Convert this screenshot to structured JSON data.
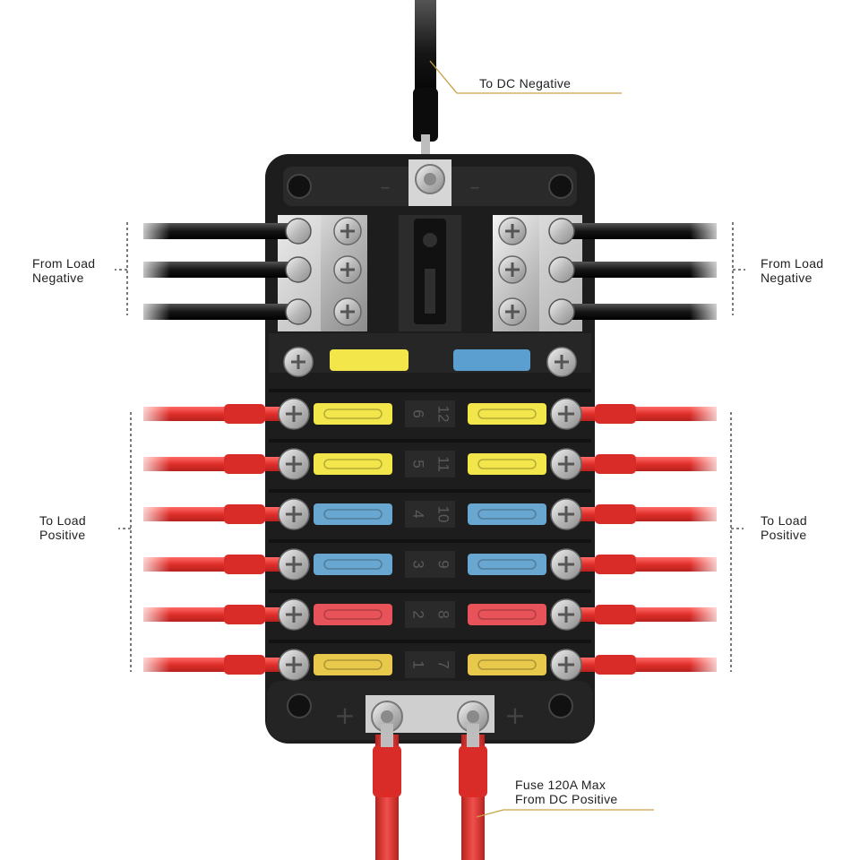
{
  "labels": {
    "dc_negative": "To DC Negative",
    "load_negative_left": [
      "From Load",
      "Negative"
    ],
    "load_negative_right": [
      "From Load",
      "Negative"
    ],
    "load_positive_left": [
      "To Load",
      "Positive"
    ],
    "load_positive_right": [
      "To Load",
      "Positive"
    ],
    "dc_positive": [
      "Fuse 120A Max",
      "From DC Positive"
    ]
  },
  "fuses_left": [
    {
      "number": "6",
      "color": "#f2e64a"
    },
    {
      "number": "5",
      "color": "#f2e64a"
    },
    {
      "number": "4",
      "color": "#6aa7d0"
    },
    {
      "number": "3",
      "color": "#6aa7d0"
    },
    {
      "number": "2",
      "color": "#e8535a"
    },
    {
      "number": "1",
      "color": "#e9c94c"
    }
  ],
  "fuses_right": [
    {
      "number": "12",
      "color": "#f2e64a"
    },
    {
      "number": "11",
      "color": "#f2e64a"
    },
    {
      "number": "10",
      "color": "#6aa7d0"
    },
    {
      "number": "9",
      "color": "#6aa7d0"
    },
    {
      "number": "8",
      "color": "#e8535a"
    },
    {
      "number": "7",
      "color": "#e9c94c"
    }
  ],
  "spare_fuses": [
    {
      "color": "#f2e64a"
    },
    {
      "color": "#5b9fd0"
    }
  ],
  "colors": {
    "block": "#1f1f1f",
    "wire_red": "#e23a36",
    "wire_black": "#141414",
    "leader": "#c9a24a"
  }
}
